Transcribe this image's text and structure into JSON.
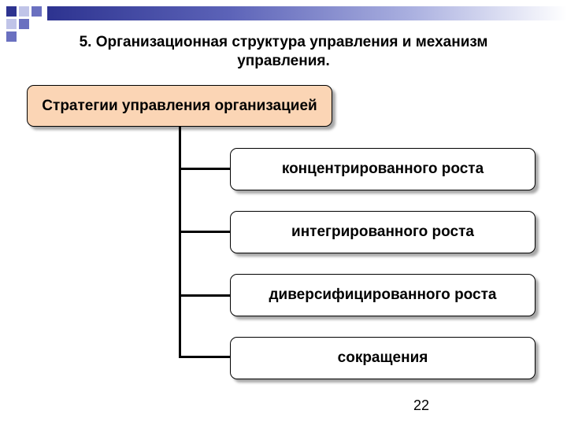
{
  "title": "5. Организационная структура управления и механизм управления.",
  "diagram": {
    "root": {
      "label": "Стратегии управления организацией",
      "fill": "#fbd5b5"
    },
    "children": [
      {
        "label": "концентрированного роста"
      },
      {
        "label": "интегрированного роста"
      },
      {
        "label": "диверсифицированного роста"
      },
      {
        "label": "сокращения"
      }
    ]
  },
  "page_number": "22",
  "colors": {
    "accent_dark": "#2d3390",
    "accent_mid": "#6a70c0",
    "accent_light": "#c0c4e8"
  }
}
